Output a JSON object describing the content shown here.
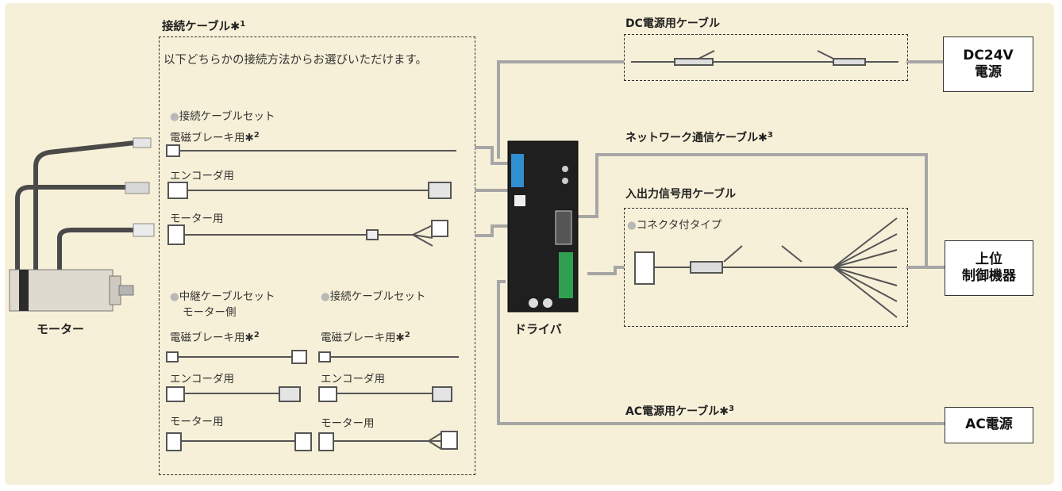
{
  "connection_cables": {
    "title": "接続ケーブル",
    "title_ref": "1",
    "intro": "以下どちらかの接続方法からお選びいただけます。",
    "set_title": "接続ケーブルセット",
    "relay_title": "中継ケーブルセット",
    "relay_sub": "モーター側",
    "set_title_2": "接続ケーブルセット",
    "brake": "電磁ブレーキ用",
    "brake_ref": "2",
    "encoder": "エンコーダ用",
    "motor_cable": "モーター用"
  },
  "motor_label": "モーター",
  "driver_label": "ドライバ",
  "dc_cable_label": "DC電源用ケーブル",
  "network_cable_label": "ネットワーク通信ケーブル",
  "network_ref": "3",
  "io_cable_label": "入出力信号用ケーブル",
  "io_type_label": "コネクタ付タイプ",
  "ac_cable_label": "AC電源用ケーブル",
  "ac_ref": "3",
  "boxes": {
    "dc24v_line1": "DC24V",
    "dc24v_line2": "電源",
    "host_line1": "上位",
    "host_line2": "制御機器",
    "ac": "AC電源"
  },
  "asterisk": "✱",
  "bullet": "●",
  "colors": {
    "background": "#f7f0d8",
    "wire": "#a6a6a6",
    "dashed": "#333333"
  }
}
